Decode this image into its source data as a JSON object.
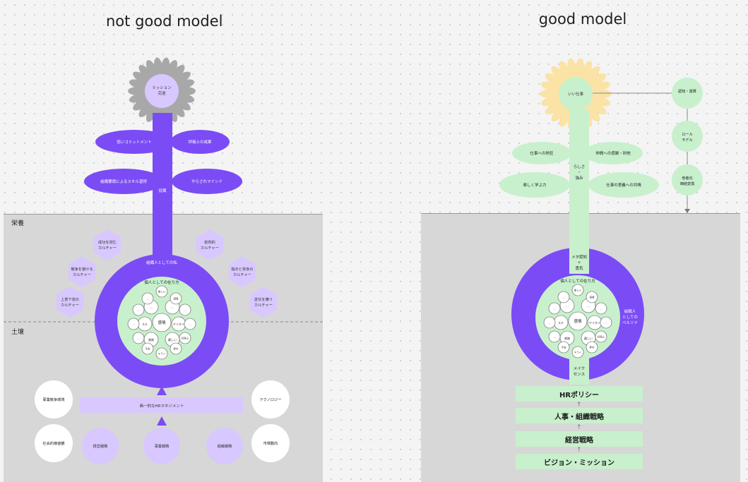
{
  "left": {
    "title": "not good model",
    "nutrition_label": "栄養",
    "soil_label": "土壌",
    "flower_center": "ミッション\n完遂",
    "stem_label": "従属",
    "ring_label": "組織人としての私",
    "inner_title": "個人としての在り方",
    "core": "感情",
    "leaves": [
      "低いコミットメント",
      "評価上の成果",
      "組織要請によるスキル習得",
      "やらされマインド"
    ],
    "hexes": [
      "成功を祝む\nカルチャー",
      "前例的\nカルチャー",
      "競争を避ける\nカルチャー",
      "指示と受身の\nカルチャー",
      "上意下達の\nカルチャー",
      "変化を嫌う\nカルチャー"
    ],
    "bubbles": [
      "…",
      "…",
      "スキ",
      "ヤリタイ",
      "感謝",
      "嬉しい",
      "楽しい",
      "感情",
      "…",
      "…",
      "好奇心",
      "夢中",
      "キライ",
      "不安",
      "…",
      "…"
    ],
    "triangle_bar": "画一的なHRマネジメント",
    "circles_white": [
      "事業競争環境",
      "テクノロジー",
      "社会的価値観",
      "市場動向"
    ],
    "circles_purple": [
      "経営戦略",
      "事業戦略",
      "組織戦略"
    ]
  },
  "right": {
    "title": "good model",
    "flower_center": "いい仕事",
    "stem_label": "らしさ\n・\n強み",
    "stem_bottom": "メタ認知\n＋\n勇気",
    "ring_label": "組織人\nとしての\nペルソナ",
    "ring_bottom": "メイク\nセンス",
    "inner_title": "個人としての在り方",
    "core": "感情",
    "leaves": [
      "仕事への熱狂",
      "仲間への感謝・利他",
      "楽しく学ぶ力",
      "仕事の意義への共鳴"
    ],
    "side_circles": [
      "認知・賞賛",
      "ロール\nモデル",
      "他者化\n価値変換"
    ],
    "bars": [
      "HRポリシー",
      "人事・組織戦略",
      "経営戦略",
      "ビジョン・ミッション"
    ],
    "arrow": "↑"
  },
  "colors": {
    "purple": "#7b4cf5",
    "lavender": "#d8c8ff",
    "green": "#c8f0cd",
    "yellow": "#fbe3a6",
    "grey_flower": "#a8a8a8",
    "panel": "#d7d7d7"
  }
}
